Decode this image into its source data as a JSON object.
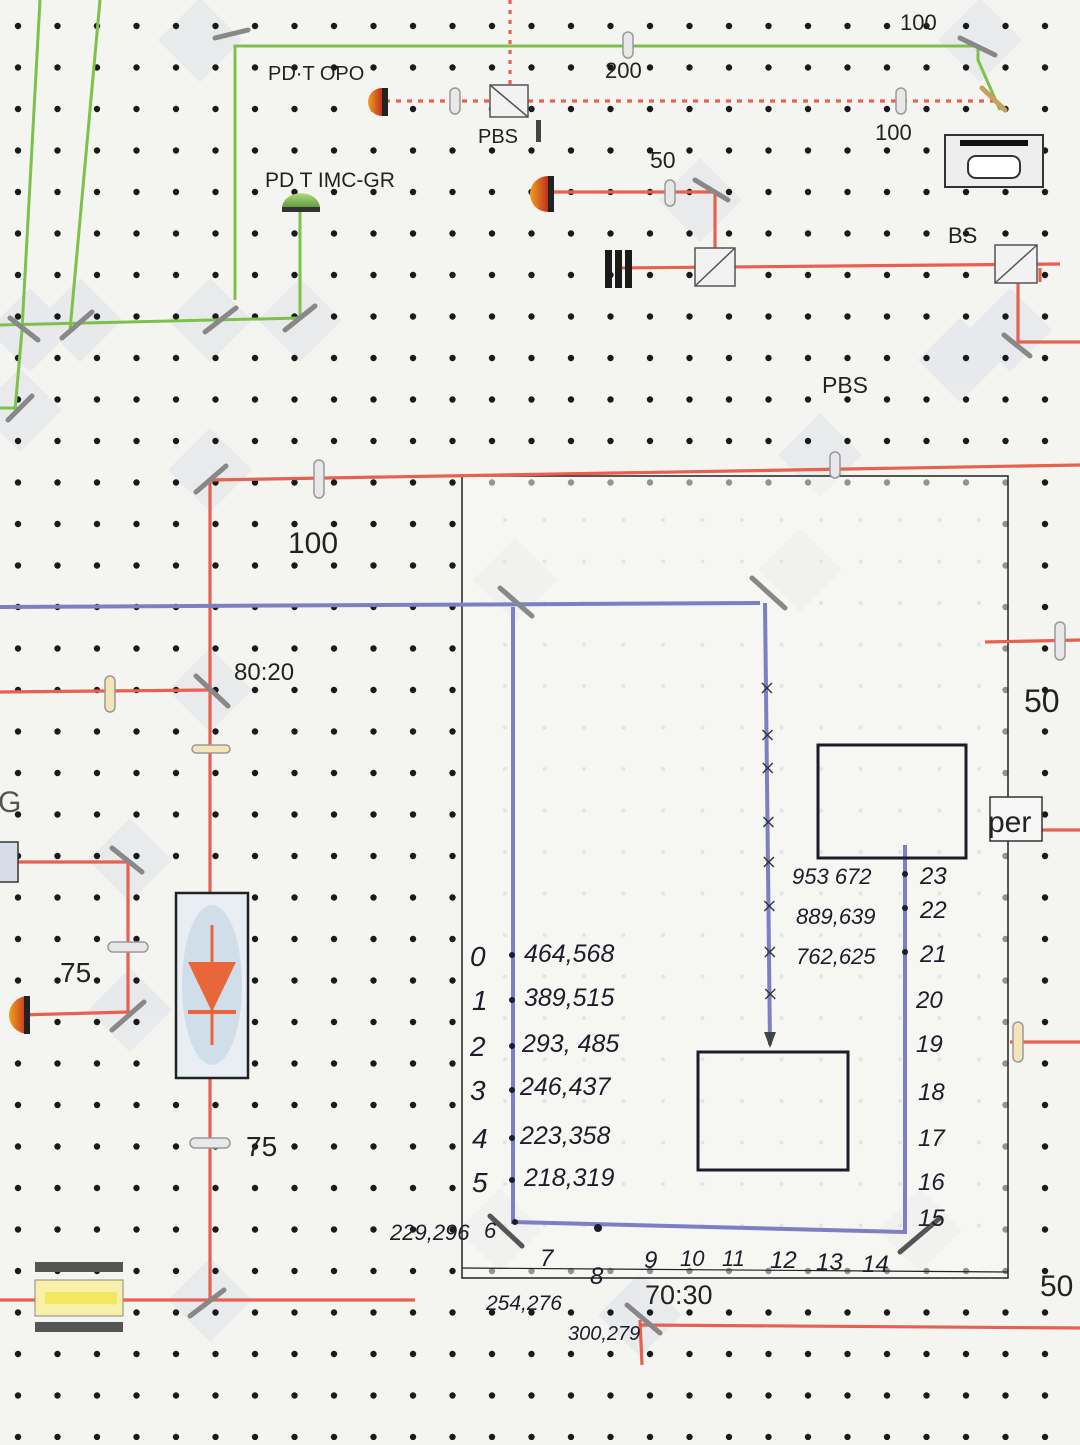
{
  "printed_labels": {
    "pd_opo": "PD·T OPO",
    "pd_imc": "PD T IMC-GR",
    "pbs_top": "PBS",
    "bs": "BS",
    "pbs_mid": "PBS",
    "lens_200": "200",
    "lens_100_top": "100",
    "lens_100_mid": "100",
    "lens_50_top": "50",
    "lens_100_left": "100",
    "ratio_80_20": "80:20",
    "lens_75_a": "75",
    "lens_75_b": "75",
    "lens_50_right": "50",
    "lens_50_bottom": "50",
    "ratio_70_30": "70:30",
    "partial_g": "G",
    "partial_per": "per"
  },
  "handwritten": {
    "left_points": [
      {
        "index": "0",
        "coords": "464,568"
      },
      {
        "index": "1",
        "coords": "389,515"
      },
      {
        "index": "2",
        "coords": "293, 485"
      },
      {
        "index": "3",
        "coords": "246,437"
      },
      {
        "index": "4",
        "coords": "223,358"
      },
      {
        "index": "5",
        "coords": "218,319"
      }
    ],
    "corner_point": {
      "index": "6",
      "coords": "229,296"
    },
    "bottom_points": [
      {
        "index": "7",
        "coords": "254,276"
      },
      {
        "index": "8",
        "coords": "300,279"
      },
      {
        "index": "9",
        "coords": ""
      },
      {
        "index": "10",
        "coords": ""
      },
      {
        "index": "11",
        "coords": ""
      },
      {
        "index": "12",
        "coords": ""
      },
      {
        "index": "13",
        "coords": ""
      },
      {
        "index": "14",
        "coords": ""
      }
    ],
    "right_points": [
      {
        "index": "15",
        "coords": ""
      },
      {
        "index": "16",
        "coords": ""
      },
      {
        "index": "17",
        "coords": ""
      },
      {
        "index": "18",
        "coords": ""
      },
      {
        "index": "19",
        "coords": ""
      },
      {
        "index": "20",
        "coords": ""
      },
      {
        "index": "21",
        "coords": "762,625"
      },
      {
        "index": "22",
        "coords": "889,639"
      },
      {
        "index": "23",
        "coords": "953 672"
      }
    ]
  },
  "colors": {
    "red_beam": "#e8604f",
    "green_beam": "#7cc24a",
    "blue_beam": "#7c7fc4",
    "dotted_red": "#e0584a",
    "ink": "#1c1c2a",
    "background": "#f4f4f1"
  }
}
